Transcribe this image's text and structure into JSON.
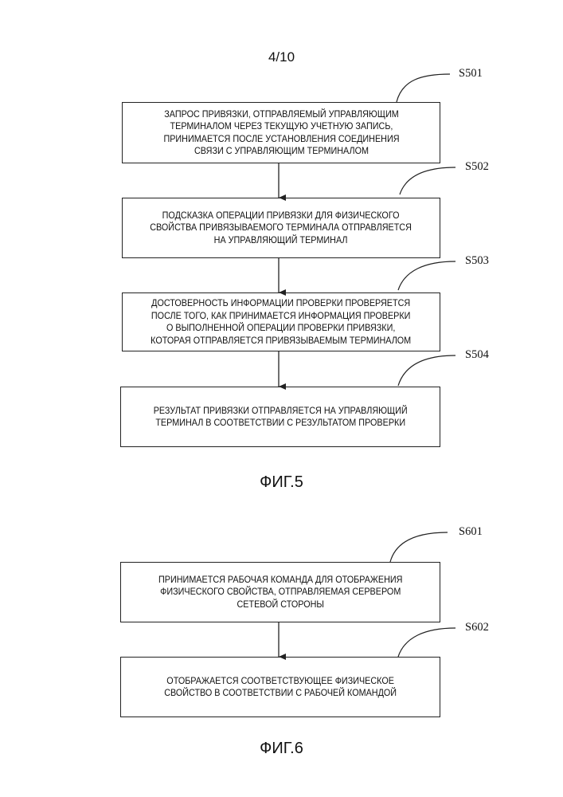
{
  "page_number": "4/10",
  "figure5": {
    "caption": "ФИГ.5",
    "steps": [
      {
        "id": "S501",
        "text": "ЗАПРОС ПРИВЯЗКИ, ОТПРАВЛЯЕМЫЙ УПРАВЛЯЮЩИМ\nТЕРМИНАЛОМ ЧЕРЕЗ ТЕКУЩУЮ УЧЕТНУЮ ЗАПИСЬ,\nПРИНИМАЕТСЯ ПОСЛЕ УСТАНОВЛЕНИЯ СОЕДИНЕНИЯ\nСВЯЗИ С УПРАВЛЯЮЩИМ ТЕРМИНАЛОМ"
      },
      {
        "id": "S502",
        "text": "ПОДСКАЗКА ОПЕРАЦИИ ПРИВЯЗКИ ДЛЯ ФИЗИЧЕСКОГО\nСВОЙСТВА ПРИВЯЗЫВАЕМОГО ТЕРМИНАЛА ОТПРАВЛЯЕТСЯ\nНА УПРАВЛЯЮЩИЙ ТЕРМИНАЛ"
      },
      {
        "id": "S503",
        "text": "ДОСТОВЕРНОСТЬ ИНФОРМАЦИИ ПРОВЕРКИ ПРОВЕРЯЕТСЯ\nПОСЛЕ ТОГО, КАК ПРИНИМАЕТСЯ ИНФОРМАЦИЯ ПРОВЕРКИ\nО ВЫПОЛНЕННОЙ ОПЕРАЦИИ ПРОВЕРКИ ПРИВЯЗКИ,\nКОТОРАЯ ОТПРАВЛЯЕТСЯ ПРИВЯЗЫВАЕМЫМ ТЕРМИНАЛОМ"
      },
      {
        "id": "S504",
        "text": "РЕЗУЛЬТАТ ПРИВЯЗКИ ОТПРАВЛЯЕТСЯ НА УПРАВЛЯЮЩИЙ\nТЕРМИНАЛ В СООТВЕТСТВИИ С РЕЗУЛЬТАТОМ ПРОВЕРКИ"
      }
    ]
  },
  "figure6": {
    "caption": "ФИГ.6",
    "steps": [
      {
        "id": "S601",
        "text": "ПРИНИМАЕТСЯ РАБОЧАЯ КОМАНДА ДЛЯ ОТОБРАЖЕНИЯ\nФИЗИЧЕСКОГО СВОЙСТВА, ОТПРАВЛЯЕМАЯ СЕРВЕРОМ\nСЕТЕВОЙ СТОРОНЫ"
      },
      {
        "id": "S602",
        "text": "ОТОБРАЖАЕТСЯ СООТВЕТСТВУЮЩЕЕ ФИЗИЧЕСКОЕ\nСВОЙСТВО В СООТВЕТСТВИИ С РАБОЧЕЙ КОМАНДОЙ"
      }
    ]
  }
}
